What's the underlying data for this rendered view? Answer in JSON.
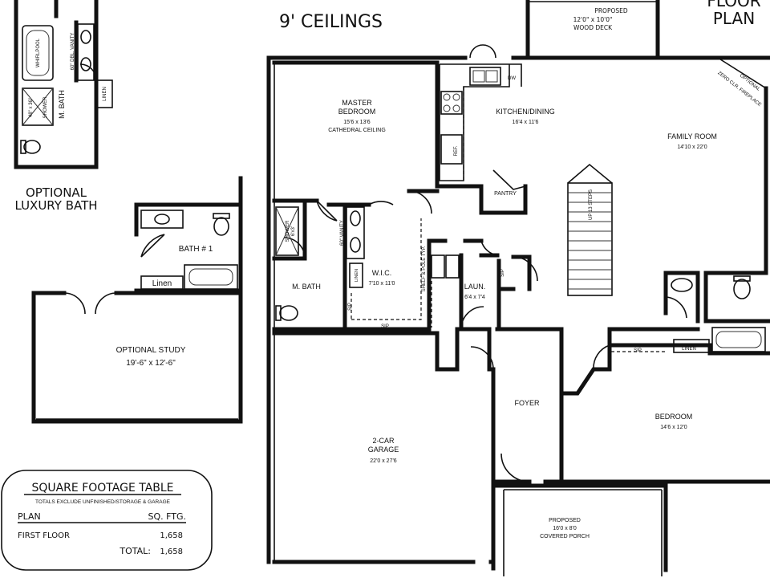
{
  "header": {
    "ceilings": "9' CEILINGS",
    "plan_title_line1": "FLOOR",
    "plan_title_line2": "PLAN"
  },
  "deck": {
    "line1": "PROPOSED",
    "line2": "12'0\" x 10'0\"",
    "line3": "WOOD DECK"
  },
  "rooms": {
    "master_bedroom": {
      "name1": "MASTER",
      "name2": "BEDROOM",
      "size": "15'6 x 13'6",
      "note": "CATHEDRAL CEILING"
    },
    "kitchen_dining": {
      "name": "KITCHEN/DINING",
      "size": "16'4 x 11'6"
    },
    "family_room": {
      "name": "FAMILY ROOM",
      "size": "14'10 x 22'0"
    },
    "fireplace": {
      "line1": "OPTIONAL",
      "line2": "ZERO CLR. FIREPLACE"
    },
    "pantry": "PANTRY",
    "master_bath": "M. BATH",
    "wic": {
      "name": "W.I.C.",
      "size": "7'10 x 11'0"
    },
    "shelf_pole": "SHELF & POLE TYP.",
    "laundry": {
      "name": "LAUN.",
      "size": "6'4 x 7'4"
    },
    "foyer": "FOYER",
    "garage": {
      "name1": "2-CAR",
      "name2": "GARAGE",
      "size": "22'0 x 27'6"
    },
    "bedroom": {
      "name": "BEDROOM",
      "size": "14'6 x 12'0"
    },
    "porch": {
      "line1": "PROPOSED",
      "line2": "16'0 x 8'0",
      "line3": "COVERED PORCH"
    },
    "linen": "LINEN",
    "sip": "SIP",
    "shower": "SHOWER",
    "shower_size": "6'x3'",
    "vanity": "60\" VANITY",
    "ref": "REF.",
    "dw": "DW",
    "stair": "UP 13 STEPS"
  },
  "luxury_bath": {
    "title1": "OPTIONAL",
    "title2": "LUXURY BATH",
    "whirlpool": "WHIRLPOOL",
    "vanity": "60\" DBL. VANITY",
    "room": "M. BATH",
    "linen": "LINEN",
    "shower": "SHOWER",
    "shower_size": "48\" x 36\""
  },
  "bath1": {
    "name": "BATH # 1",
    "linen": "Linen"
  },
  "study": {
    "name": "OPTIONAL STUDY",
    "size": "19'-6\" x 12'-6\""
  },
  "sqft_table": {
    "title": "SQUARE FOOTAGE TABLE",
    "subtitle": "TOTALS EXCLUDE UNFINISHED/STORAGE & GARAGE",
    "col_plan": "PLAN",
    "col_sqft": "SQ. FTG.",
    "row_label": "FIRST FLOOR",
    "row_value": "1,658",
    "total_label": "TOTAL:",
    "total_value": "1,658"
  }
}
